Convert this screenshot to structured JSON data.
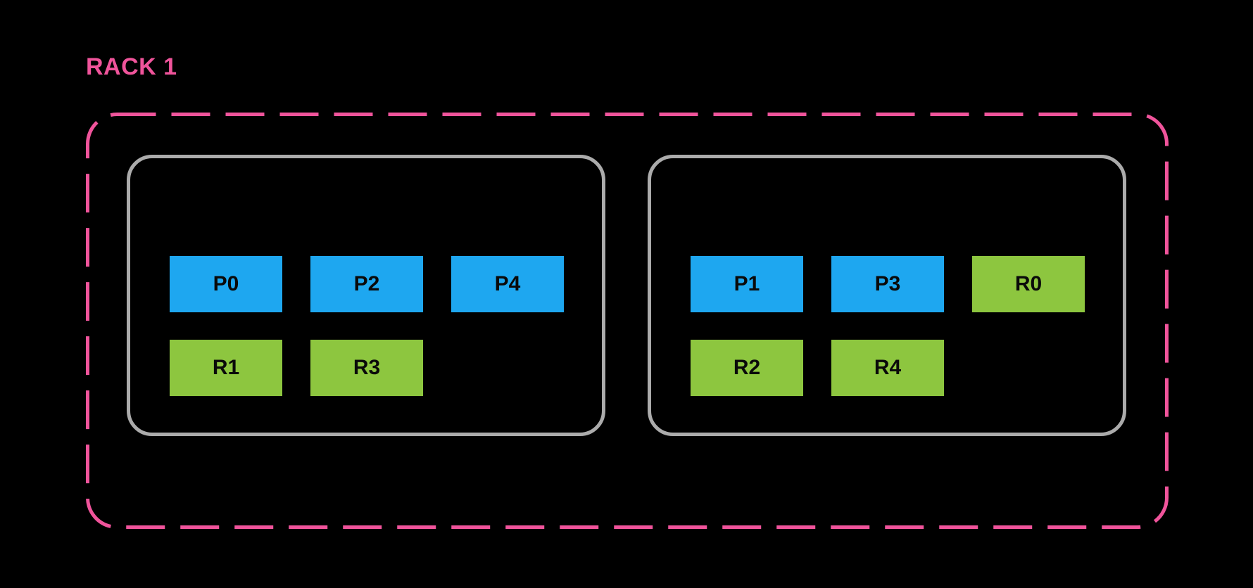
{
  "diagram": {
    "rack": {
      "name": "RACK 1",
      "nodes": [
        {
          "id": "node-1",
          "rows": [
            [
              {
                "label": "P0",
                "type": "primary"
              },
              {
                "label": "P2",
                "type": "primary"
              },
              {
                "label": "P4",
                "type": "primary"
              }
            ],
            [
              {
                "label": "R1",
                "type": "replica"
              },
              {
                "label": "R3",
                "type": "replica"
              }
            ]
          ]
        },
        {
          "id": "node-2",
          "rows": [
            [
              {
                "label": "P1",
                "type": "primary"
              },
              {
                "label": "P3",
                "type": "primary"
              },
              {
                "label": "R0",
                "type": "replica"
              }
            ],
            [
              {
                "label": "R2",
                "type": "replica"
              },
              {
                "label": "R4",
                "type": "replica"
              }
            ]
          ]
        }
      ]
    }
  },
  "colors": {
    "background": "#000000",
    "rack_pink": "#F0549B",
    "node_border_gray": "#ABABAB",
    "primary_blue": "#1EA7F0",
    "replica_green": "#8DC63F",
    "chip_text": "#0A0A0A"
  }
}
